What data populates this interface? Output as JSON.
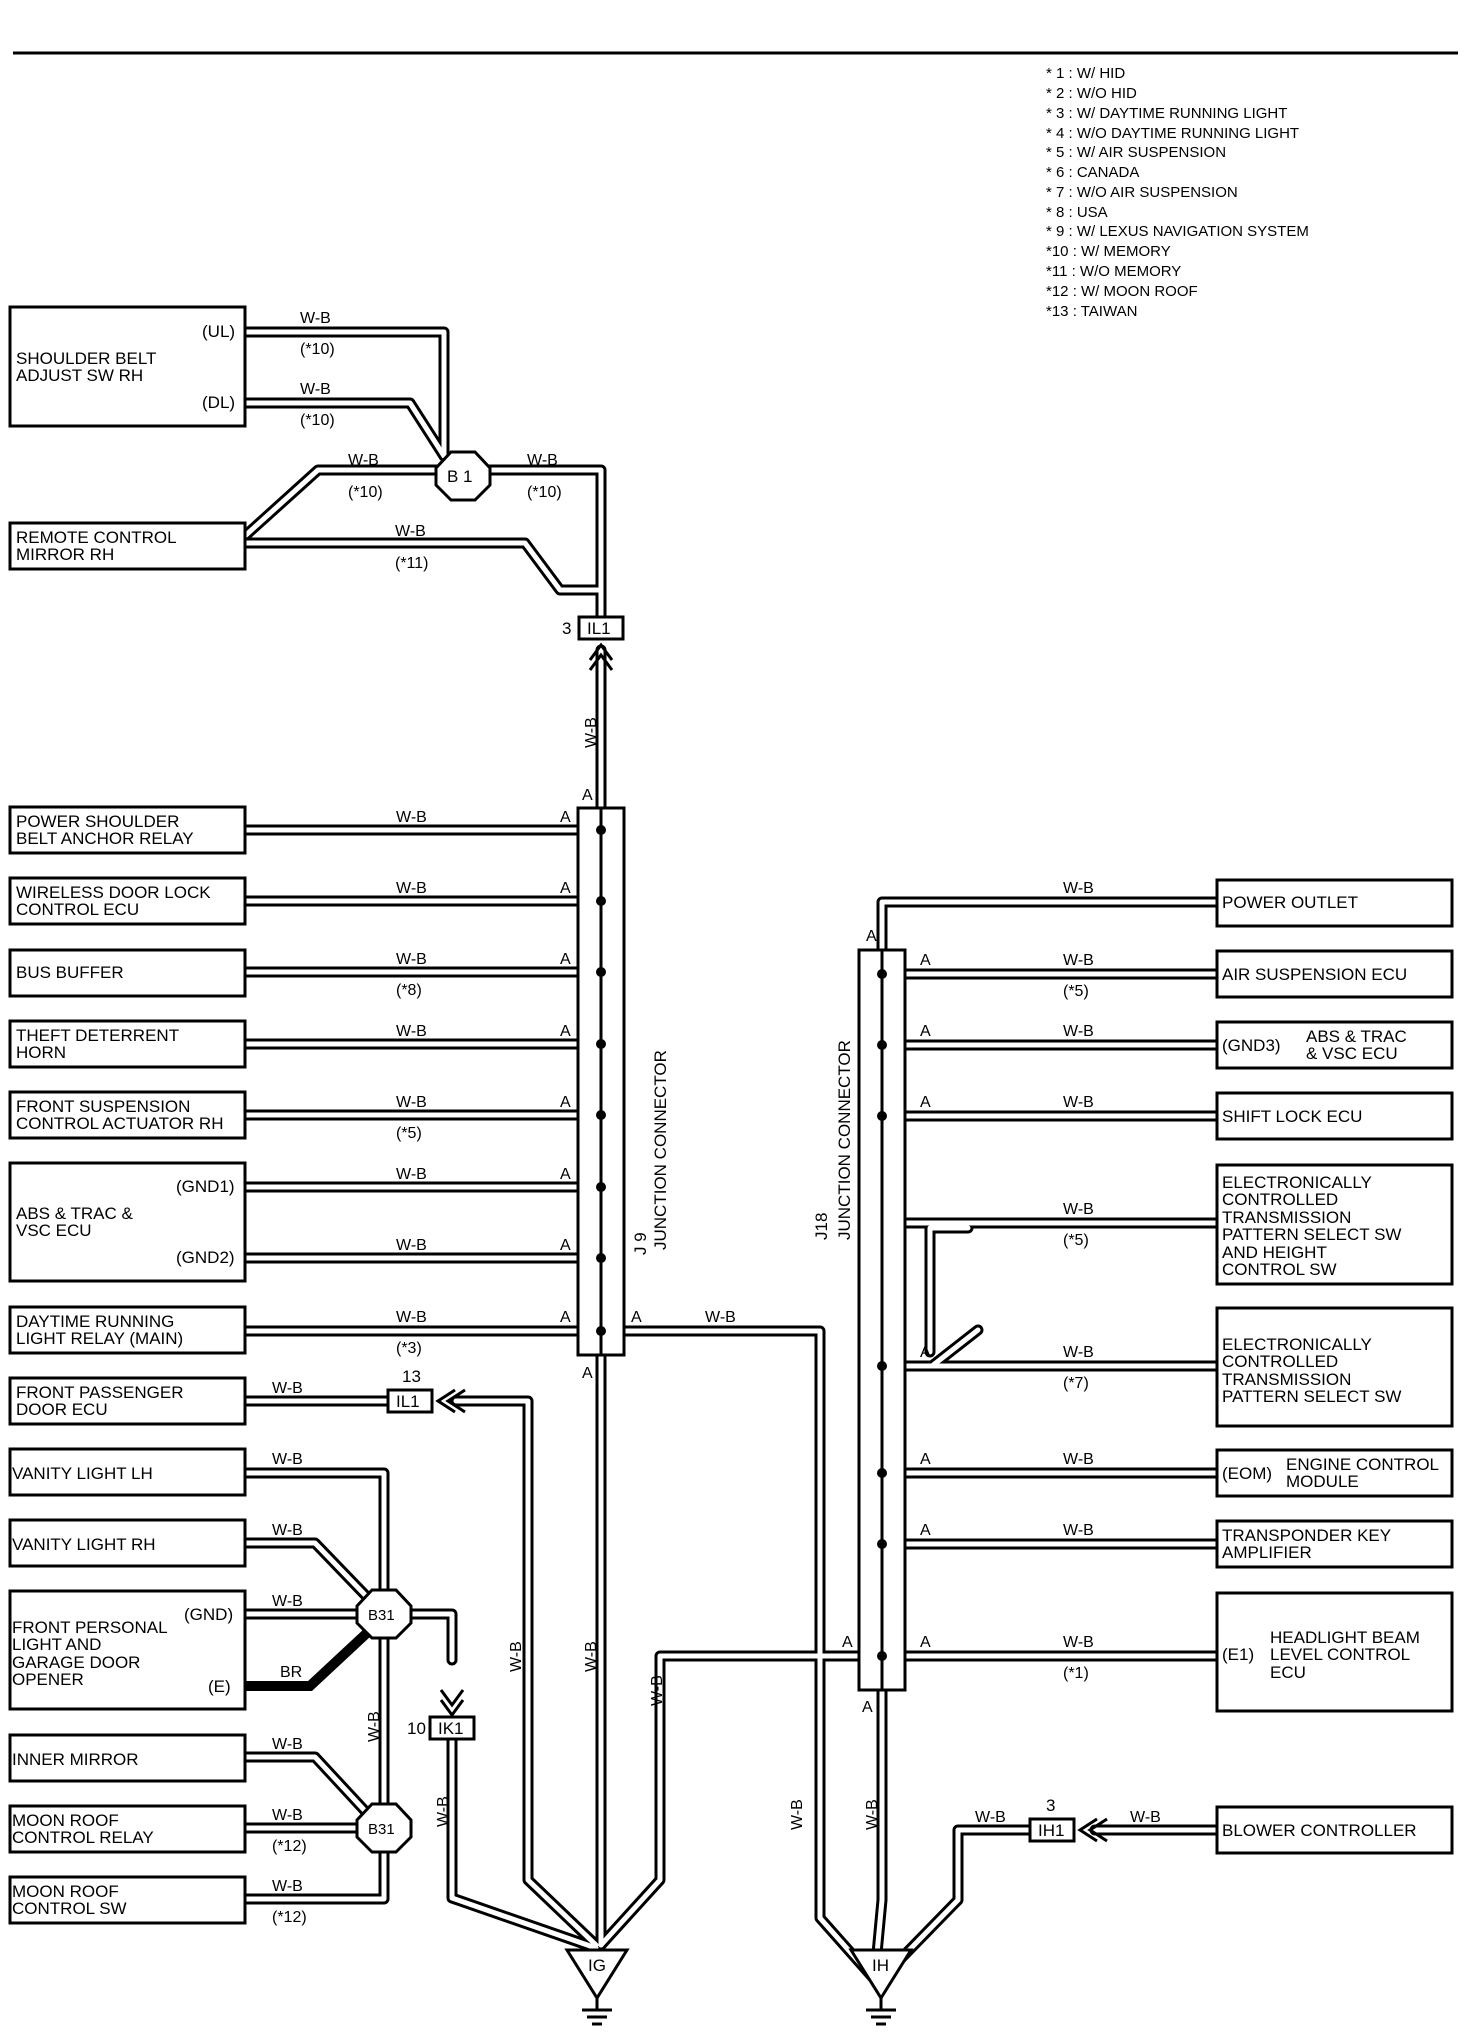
{
  "legend": [
    "* 1 : W/ HID",
    "* 2 : W/O HID",
    "* 3 : W/ DAYTIME RUNNING LIGHT",
    "* 4 : W/O DAYTIME RUNNING LIGHT",
    "* 5 : W/ AIR SUSPENSION",
    "* 6 : CANADA",
    "* 7 : W/O AIR SUSPENSION",
    "* 8 : USA",
    "* 9 : W/ LEXUS NAVIGATION SYSTEM",
    "*10 : W/ MEMORY",
    "*11 : W/O MEMORY",
    "*12 : W/ MOON ROOF",
    "*13 : TAIWAN"
  ],
  "wire_color": "W-B",
  "wire_color_br": "BR",
  "components_left": [
    [
      "SHOULDER BELT",
      "ADJUST SW RH"
    ],
    [
      "REMOTE CONTROL",
      "MIRROR RH"
    ],
    [
      "POWER SHOULDER",
      "BELT ANCHOR RELAY"
    ],
    [
      "WIRELESS DOOR LOCK",
      "CONTROL ECU"
    ],
    [
      "BUS BUFFER"
    ],
    [
      "THEFT DETERRENT",
      "HORN"
    ],
    [
      "FRONT SUSPENSION",
      "CONTROL ACTUATOR RH"
    ],
    [
      "ABS & TRAC &",
      "VSC ECU"
    ],
    [
      "DAYTIME RUNNING",
      "LIGHT RELAY (MAIN)"
    ],
    [
      "FRONT PASSENGER",
      "DOOR ECU"
    ],
    [
      "VANITY LIGHT LH"
    ],
    [
      "VANITY LIGHT RH"
    ],
    [
      "FRONT PERSONAL",
      "LIGHT AND",
      "GARAGE DOOR",
      "OPENER"
    ],
    [
      "INNER MIRROR"
    ],
    [
      "MOON ROOF",
      "CONTROL RELAY"
    ],
    [
      "MOON ROOF",
      "CONTROL SW"
    ]
  ],
  "components_right": [
    [
      "POWER OUTLET"
    ],
    [
      "AIR SUSPENSION ECU"
    ],
    [
      "ABS & TRAC",
      "& VSC ECU"
    ],
    [
      "SHIFT LOCK ECU"
    ],
    [
      "ELECTRONICALLY",
      "CONTROLLED",
      "TRANSMISSION",
      "PATTERN SELECT SW",
      "AND HEIGHT",
      "CONTROL SW"
    ],
    [
      "ELECTRONICALLY",
      "CONTROLLED",
      "TRANSMISSION",
      "PATTERN SELECT SW"
    ],
    [
      "ENGINE CONTROL",
      "MODULE"
    ],
    [
      "TRANSPONDER KEY",
      "AMPLIFIER"
    ],
    [
      "HEADLIGHT BEAM",
      "LEVEL CONTROL",
      "ECU"
    ],
    [
      "BLOWER CONTROLLER"
    ]
  ],
  "pins": {
    "ul": "(UL)",
    "dl": "(DL)",
    "gnd1": "(GND1)",
    "gnd2": "(GND2)",
    "gnd": "(GND)",
    "e": "(E)",
    "gnd3": "(GND3)",
    "eom": "(EOM)",
    "e1": "(E1)"
  },
  "notes": {
    "n10": "(*10)",
    "n11": "(*11)",
    "n8": "(*8)",
    "n5": "(*5)",
    "n3": "(*3)",
    "n12": "(*12)",
    "n7": "(*7)",
    "n1": "(*1)"
  },
  "connectors": {
    "il1": "IL1",
    "ik1": "IK1",
    "ih1": "IH1",
    "pin3": "3",
    "pin13": "13",
    "pin10": "10",
    "pin3b": "3"
  },
  "junctions": {
    "b1": "B 1",
    "b31": "B31"
  },
  "junction_connectors": {
    "j9_id": "J 9",
    "j18_id": "J18",
    "name": "JUNCTION CONNECTOR",
    "pin": "A"
  },
  "grounds": [
    "IG",
    "IH"
  ]
}
